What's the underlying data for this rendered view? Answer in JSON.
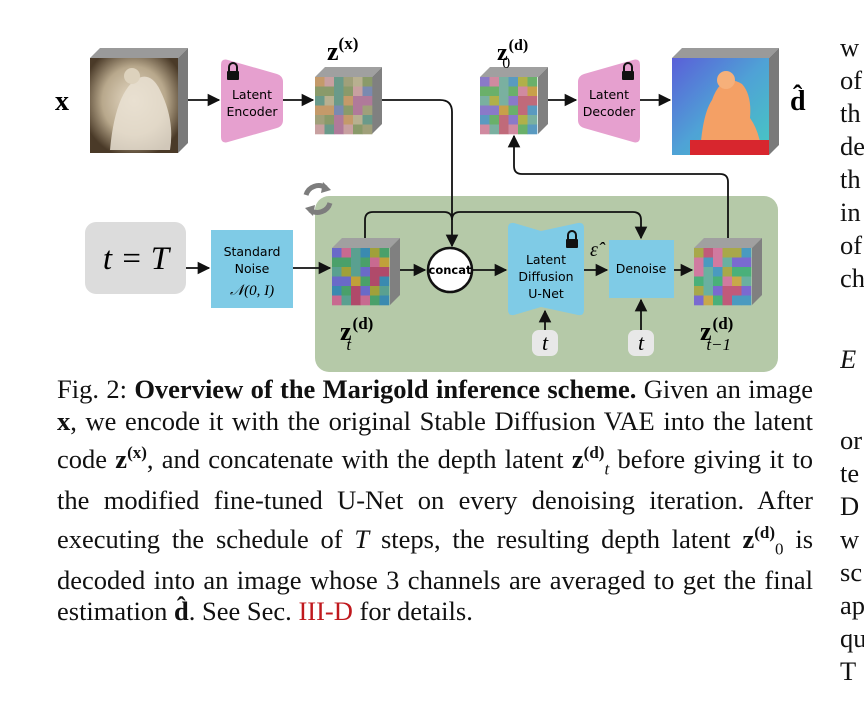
{
  "figure": {
    "input_label": "x",
    "output_label": "d̂",
    "latent_encoder": [
      "Latent",
      "Encoder"
    ],
    "latent_decoder": [
      "Latent",
      "Decoder"
    ],
    "z_x_label": "z",
    "z_x_sup": "(x)",
    "z0_label": "z",
    "z0_sup": "(d)",
    "z0_sub": "0",
    "t_equals_T": "t = T",
    "standard_noise": [
      "Standard",
      "Noise",
      "𝒩(0, I)"
    ],
    "zt_label": "z",
    "zt_sup": "(d)",
    "zt_sub": "t",
    "concat_label": "concat",
    "unet_label": [
      "Latent",
      "Diffusion",
      "U-Net"
    ],
    "epsilon_label": "ε̂",
    "denoise_label": "Denoise",
    "ztm1_label": "z",
    "ztm1_sup": "(d)",
    "ztm1_sub": "t−1",
    "t_input_1": "t",
    "t_input_2": "t",
    "colors": {
      "pink": "#e6a0cf",
      "blue": "#7fcbe6",
      "green_panel": "#b5c9a8",
      "gray_box": "#dcdcdc"
    }
  },
  "caption": {
    "fig_label": "Fig. 2:",
    "title": "Overview of the Marigold inference scheme.",
    "t1": "Given an image",
    "x1": "x",
    "t2": ", we encode it with the original Stable Diffusion VAE into the latent code",
    "t3": ", and concatenate with the depth latent",
    "t4": "before giving it to the modified fine-tuned U-Net on every denoising iteration. After executing the schedule of",
    "T": "T",
    "t5": "steps, the resulting depth latent",
    "t6": "is decoded into an image whose 3 channels are averaged to get the final estimation",
    "t7": ". See Sec.",
    "ref": "III-D",
    "t8": "for details.",
    "z": "z",
    "sup_x": "(x)",
    "sup_d": "(d)",
    "sub_t": "t",
    "sub_0": "0",
    "dhat": "d̂"
  },
  "right_column": [
    "w",
    "of",
    "th",
    "de",
    "th",
    "in",
    "of",
    "ch",
    "E",
    "or",
    "te",
    "D",
    "w",
    "sc",
    "ap",
    "qu",
    "T"
  ]
}
